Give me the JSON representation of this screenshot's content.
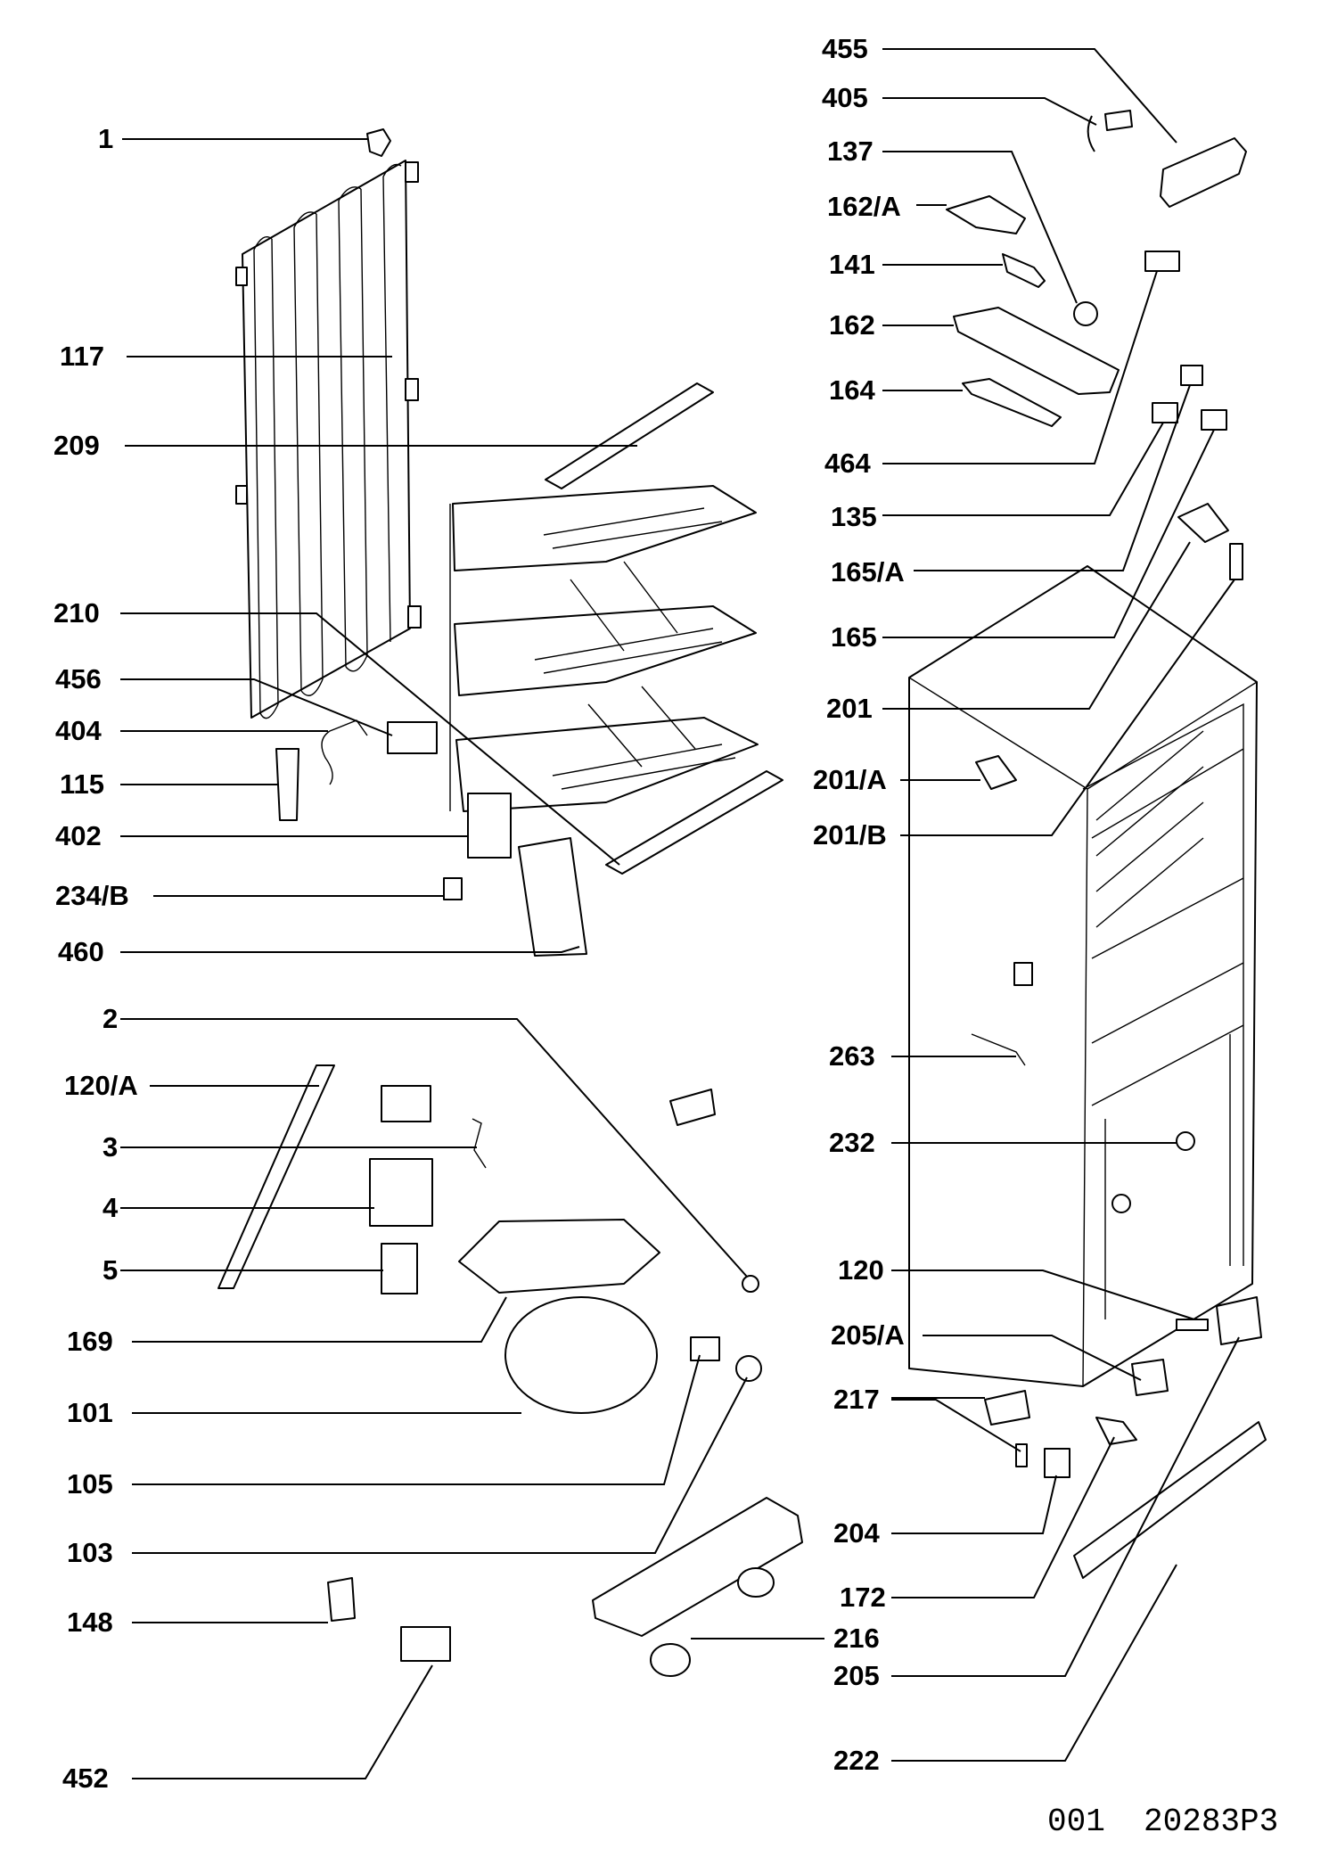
{
  "callouts_left": [
    "1",
    "117",
    "209",
    "210",
    "456",
    "404",
    "115",
    "402",
    "234/B",
    "460",
    "2",
    "120/A",
    "3",
    "4",
    "5",
    "169",
    "101",
    "105",
    "103",
    "148",
    "452"
  ],
  "callouts_right": [
    "455",
    "405",
    "137",
    "162/A",
    "141",
    "162",
    "164",
    "464",
    "135",
    "165/A",
    "165",
    "201",
    "201/A",
    "201/B",
    "263",
    "232",
    "120",
    "205/A",
    "217",
    "204",
    "172",
    "216",
    "205",
    "222"
  ],
  "drawing_code": "001  20283P3",
  "style": {
    "ink": "#000000",
    "paper": "#ffffff"
  }
}
